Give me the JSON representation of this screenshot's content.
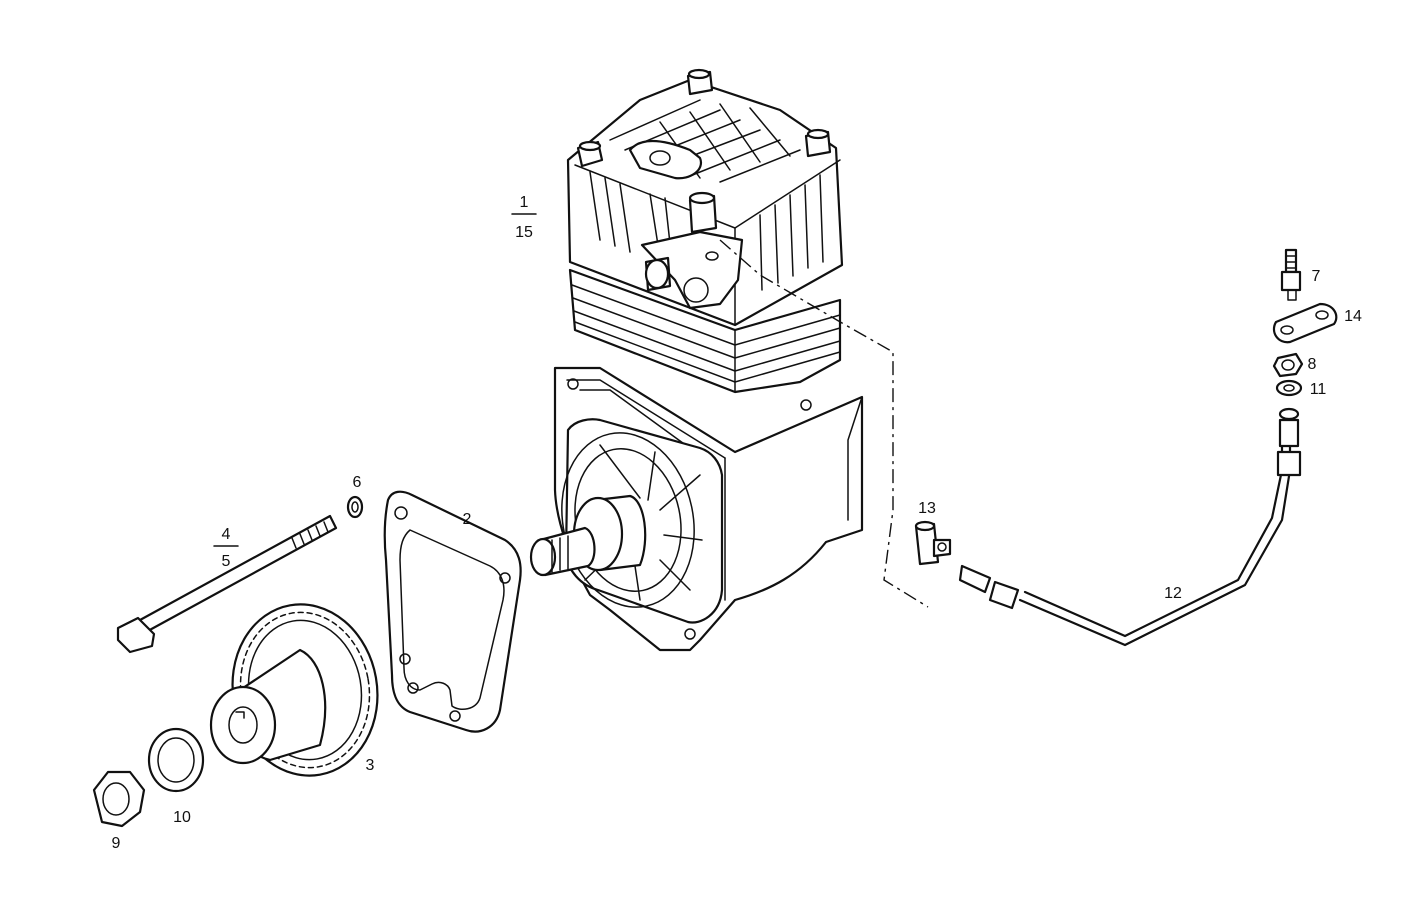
{
  "diagram": {
    "callouts": {
      "part_1": "1",
      "part_15": "15",
      "part_2": "2",
      "part_3": "3",
      "part_4": "4",
      "part_5": "5",
      "part_6": "6",
      "part_7": "7",
      "part_8": "8",
      "part_9": "9",
      "part_10": "10",
      "part_11": "11",
      "part_12": "12",
      "part_13": "13",
      "part_14": "14"
    }
  }
}
